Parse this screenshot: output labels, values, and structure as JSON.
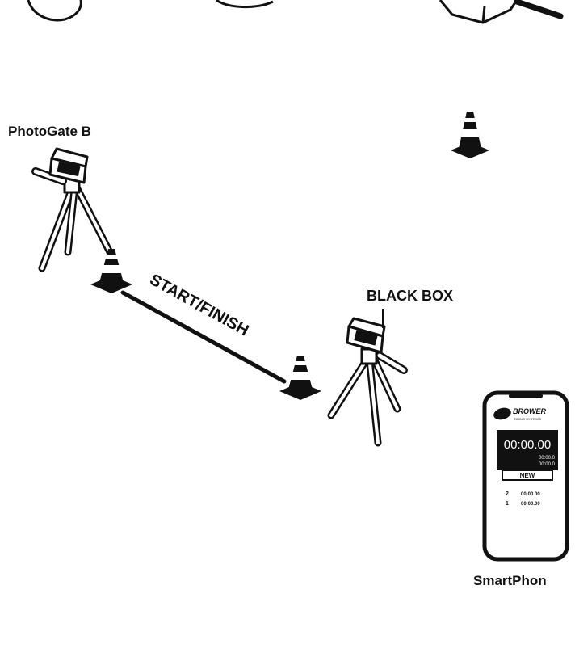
{
  "labels": {
    "photogate_b": "PhotoGate B",
    "black_box": "BLACK BOX",
    "start_finish": "START/FINISH",
    "smartphone": "SmartPhon"
  },
  "phone": {
    "brand": "BROWER",
    "brand_sub": "TIMING SYSTEMS",
    "main_time": "00:00.00",
    "sub_time_1": "00:00.0",
    "sub_time_2": "00:00.0",
    "button": "NEW",
    "list": [
      {
        "index": "2",
        "time": "00:00.00"
      },
      {
        "index": "1",
        "time": "00:00.00"
      }
    ]
  },
  "colors": {
    "ink": "#111111",
    "paper": "#ffffff",
    "cone_stripe": "#ffffff"
  }
}
